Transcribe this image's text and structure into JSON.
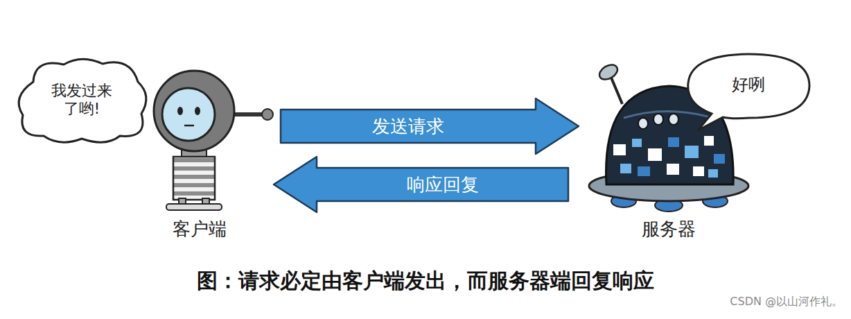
{
  "diagram": {
    "caption": "图：请求必定由客户端发出，而服务器端回复响应",
    "nodes": [
      {
        "text": [
          "我发过来 了哟!"
        ]
      },
      {
        "text": [
          "客户端"
        ]
      },
      {
        "text": [
          "好咧"
        ]
      },
      {
        "text": [
          "服务器"
        ]
      }
    ],
    "edges": [
      {
        "from": 1,
        "to": 3,
        "label": "发送请求",
        "arrow": "to"
      },
      {
        "from": 3,
        "to": 1,
        "label": "响应回复",
        "arrow": "to"
      }
    ],
    "labels": [
      "CSDN @以山河作礼。"
    ]
  }
}
